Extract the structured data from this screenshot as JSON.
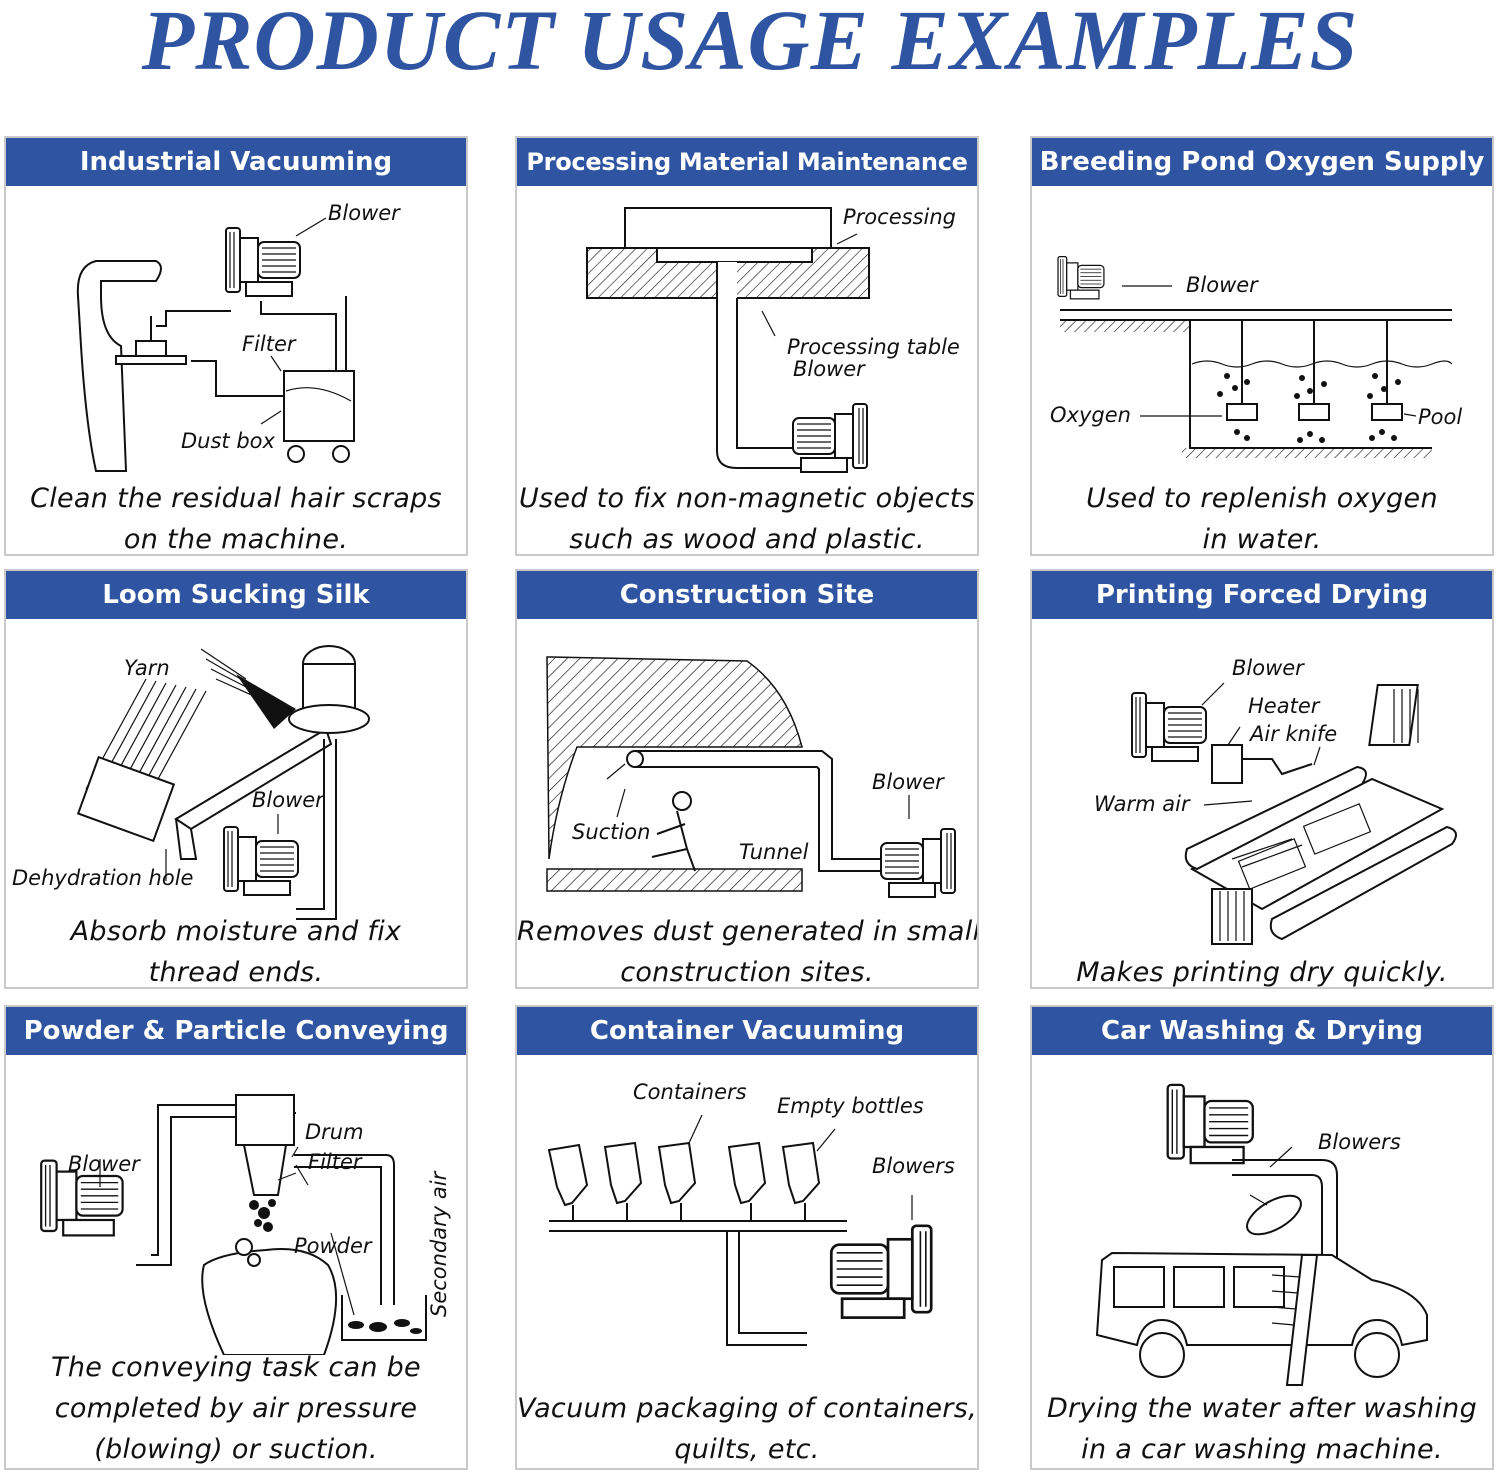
{
  "page": {
    "title": "PRODUCT USAGE EXAMPLES"
  },
  "colors": {
    "header_bg": "#2f54a2",
    "header_text": "#ffffff",
    "title": "#2f54a2",
    "panel_border": "#c9c9c9"
  },
  "panels": [
    {
      "title": "Industrial Vacuuming",
      "labels": [
        "Blower",
        "Filter",
        "Dust box"
      ],
      "caption": [
        "Clean the residual hair scraps",
        "on the machine."
      ]
    },
    {
      "title": "Processing Material Maintenance",
      "labels": [
        "Processing",
        "Processing table",
        "Blower"
      ],
      "caption": [
        "Used to fix non-magnetic objects",
        "such as wood and plastic."
      ]
    },
    {
      "title": "Breeding Pond Oxygen Supply",
      "labels": [
        "Blower",
        "Oxygen",
        "Pool"
      ],
      "caption": [
        "Used to replenish oxygen",
        "in water."
      ]
    },
    {
      "title": "Loom Sucking Silk",
      "labels": [
        "Yarn",
        "Blower",
        "Dehydration hole"
      ],
      "caption": [
        "Absorb moisture and fix",
        "thread ends."
      ]
    },
    {
      "title": "Construction Site",
      "labels": [
        "Blower",
        "Suction",
        "Tunnel"
      ],
      "caption": [
        "Removes dust generated in small",
        "construction sites."
      ]
    },
    {
      "title": "Printing Forced Drying",
      "labels": [
        "Blower",
        "Heater",
        "Air knife",
        "Warm air"
      ],
      "caption": [
        "Makes printing dry quickly."
      ]
    },
    {
      "title": "Powder & Particle Conveying",
      "labels": [
        "Drum",
        "Filter",
        "Blower",
        "Powder",
        "Secondary air"
      ],
      "caption": [
        "The conveying task can be",
        "completed by air pressure",
        "(blowing) or suction."
      ]
    },
    {
      "title": "Container Vacuuming",
      "labels": [
        "Containers",
        "Empty bottles",
        "Blowers"
      ],
      "caption": [
        "Vacuum packaging of containers,",
        "quilts, etc."
      ]
    },
    {
      "title": "Car Washing & Drying",
      "labels": [
        "Blowers"
      ],
      "caption": [
        "Drying the water after washing",
        "in a car washing machine."
      ]
    }
  ]
}
